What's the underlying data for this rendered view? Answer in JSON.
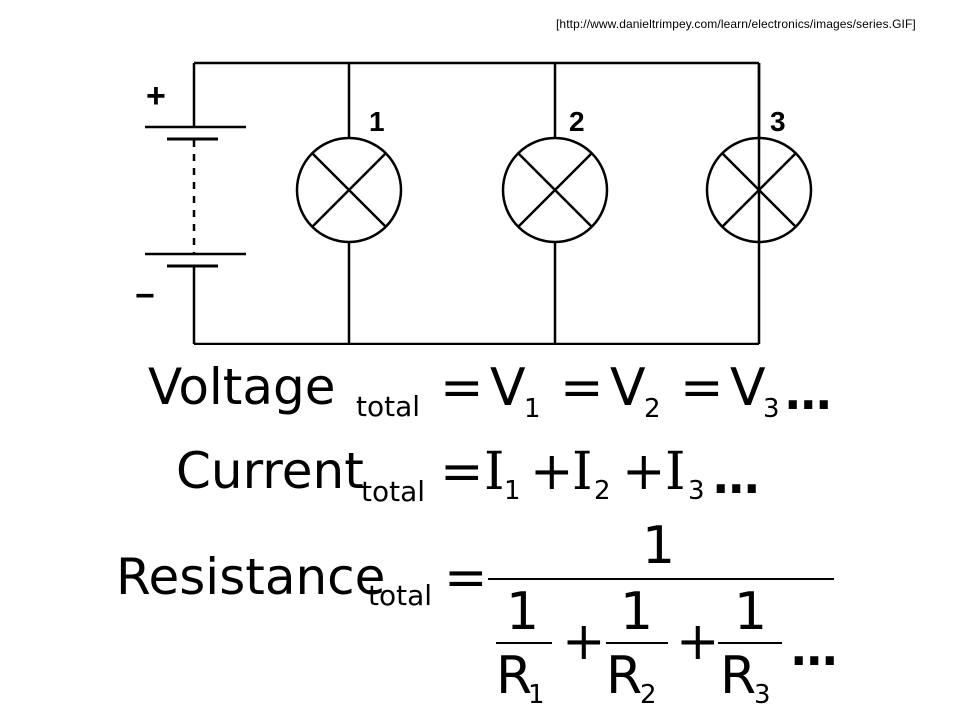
{
  "source_url": "[http://www.danieltrimpey.com/learn/electronics/images/series.GIF]",
  "circuit": {
    "battery_positive_label": "+",
    "battery_negative_label": "−",
    "lamps": [
      {
        "label": "1"
      },
      {
        "label": "2"
      },
      {
        "label": "3"
      }
    ]
  },
  "equations": {
    "voltage": {
      "word": "Voltage",
      "sub": "total",
      "equals": "=",
      "terms": [
        {
          "symbol": "V",
          "index": "1"
        },
        {
          "symbol": "V",
          "index": "2"
        },
        {
          "symbol": "V",
          "index": "3"
        }
      ],
      "ellipsis": "..."
    },
    "current": {
      "word": "Current",
      "sub": "total",
      "equals": "=",
      "plus": "+",
      "terms": [
        {
          "symbol": "I",
          "index": "1"
        },
        {
          "symbol": "I",
          "index": "2"
        },
        {
          "symbol": "I",
          "index": "3"
        }
      ],
      "ellipsis": "..."
    },
    "resistance": {
      "word": "Resistance",
      "sub": "total",
      "equals": "=",
      "numerator": "1",
      "plus": "+",
      "terms": [
        {
          "numerator": "1",
          "symbol": "R",
          "index": "1"
        },
        {
          "numerator": "1",
          "symbol": "R",
          "index": "2"
        },
        {
          "numerator": "1",
          "symbol": "R",
          "index": "3"
        }
      ],
      "ellipsis": "..."
    }
  }
}
